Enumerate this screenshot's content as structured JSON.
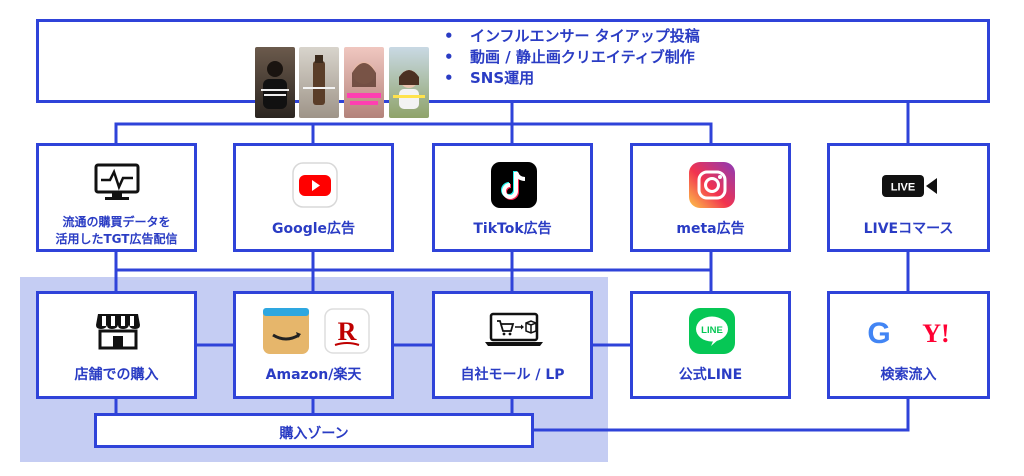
{
  "top": {
    "bullets": [
      "インフルエンサー タイアップ投稿",
      "動画 / 静止画クリエイティブ制作",
      "SNS運用"
    ],
    "thumbnails": [
      "thumbnail-1",
      "thumbnail-2",
      "thumbnail-3",
      "thumbnail-4"
    ],
    "bullet_mark": "•"
  },
  "ads": [
    {
      "id": "tgt",
      "label_lines": [
        "流通の購買データを",
        "活用したTGT広告配信"
      ],
      "icon": "monitor-pulse-icon"
    },
    {
      "id": "google",
      "label": "Google広告",
      "icon": "youtube-icon"
    },
    {
      "id": "tiktok",
      "label": "TikTok広告",
      "icon": "tiktok-icon"
    },
    {
      "id": "meta",
      "label": "meta広告",
      "icon": "instagram-icon"
    },
    {
      "id": "live",
      "label": "LIVEコマース",
      "icon": "live-camera-icon",
      "badge": "LIVE"
    }
  ],
  "channels": [
    {
      "id": "store",
      "label": "店舗での購入",
      "icon": "storefront-icon"
    },
    {
      "id": "ec",
      "label": "Amazon/楽天",
      "icons": [
        "amazon-icon",
        "rakuten-icon"
      ],
      "rakuten_glyph": "R"
    },
    {
      "id": "own",
      "label": "自社モール / LP",
      "icon": "laptop-cart-icon"
    },
    {
      "id": "line",
      "label": "公式LINE",
      "icon": "line-icon",
      "badge": "LINE"
    },
    {
      "id": "search",
      "label": "検索流入",
      "icons": [
        "google-g-icon",
        "yahoo-icon"
      ],
      "google_glyph": "G",
      "yahoo_glyph": "Y!"
    }
  ],
  "purchase_zone": {
    "label": "購入ゾーン"
  },
  "colors": {
    "accent": "#2f43d9",
    "text": "#2a3cc4",
    "zone": "#c5cdf3"
  }
}
